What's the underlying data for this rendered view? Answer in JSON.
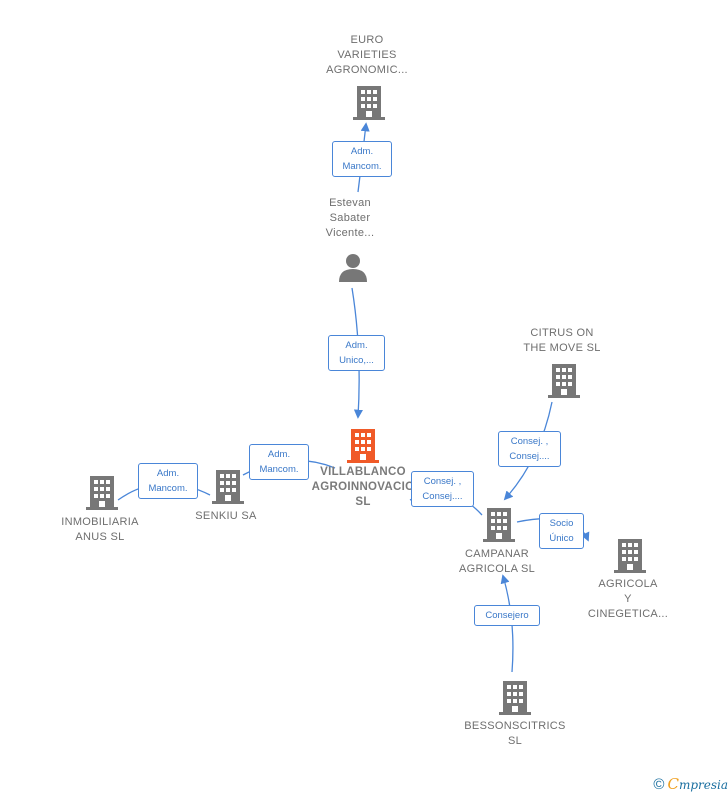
{
  "colors": {
    "node_gray": "#777777",
    "focus_orange": "#f05a28",
    "edge_blue": "#4a86d8"
  },
  "nodes": {
    "euro": {
      "lines": [
        "EURO",
        "VARIETIES",
        "AGRONOMIC..."
      ],
      "icon": "building-icon"
    },
    "estevan": {
      "lines": [
        "Estevan",
        "Sabater",
        "Vicente..."
      ],
      "icon": "person-icon"
    },
    "villablanco": {
      "lines": [
        "VILLABLANCO",
        "AGROINNOVACIO",
        "SL"
      ],
      "icon": "building-icon"
    },
    "citrus": {
      "lines": [
        "CITRUS ON",
        "THE MOVE  SL"
      ],
      "icon": "building-icon"
    },
    "inmobiliaria": {
      "lines": [
        "INMOBILIARIA",
        "ANUS SL"
      ],
      "icon": "building-icon"
    },
    "senkiu": {
      "lines": [
        "SENKIU SA"
      ],
      "icon": "building-icon"
    },
    "campanar": {
      "lines": [
        "CAMPANAR",
        "AGRICOLA SL"
      ],
      "icon": "building-icon"
    },
    "agricola": {
      "lines": [
        "AGRICOLA",
        "Y",
        "CINEGETICA..."
      ],
      "icon": "building-icon"
    },
    "bessons": {
      "lines": [
        "BESSONSCITRICS",
        "SL"
      ],
      "icon": "building-icon"
    }
  },
  "edges": {
    "estevan_euro": [
      "Adm.",
      "Mancom."
    ],
    "estevan_villablanco": [
      "Adm.",
      "Unico,..."
    ],
    "inmobiliaria_senkiu": [
      "Adm.",
      "Mancom."
    ],
    "senkiu_villablanco": [
      "Adm.",
      "Mancom."
    ],
    "villablanco_campanar": [
      "Consej. ,",
      "Consej...."
    ],
    "citrus_campanar": [
      "Consej. ,",
      "Consej...."
    ],
    "campanar_agricola": [
      "Socio",
      "Único"
    ],
    "bessons_campanar": [
      "Consejero"
    ]
  },
  "footer": {
    "copyright": "©",
    "brand_first": "C",
    "brand_rest": "mpresia"
  }
}
